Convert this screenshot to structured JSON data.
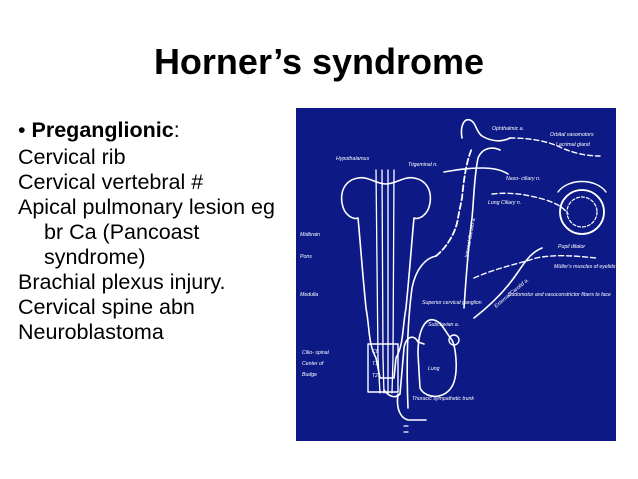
{
  "slide": {
    "title": "Horner’s syndrome",
    "bullet_marker": "•",
    "bullet_heading": "Preganglionic",
    "bullet_heading_suffix": ":",
    "items": [
      "Cervical rib",
      "Cervical vertebral #",
      "Apical pulmonary lesion eg  br Ca (Pancoast syndrome)",
      "Brachial plexus injury.",
      "Cervical spine abn",
      "Neuroblastoma"
    ]
  },
  "diagram": {
    "background": "#0d1a86",
    "labels": {
      "hypothalamus": "Hypothalamus",
      "midbrain": "Midbrain",
      "pons": "Pons",
      "medulla": "Medulla",
      "cilio_spinal": "Cilio- spinal",
      "center_of": "Center of",
      "budge": "Budge",
      "c8": "C8",
      "t1": "T1",
      "t2": "T2",
      "ophthalmic": "Ophthalmic a.",
      "orbital_vasomotors": "Orbital vasomotors",
      "lacrimal_gland": "Lacrimal gland",
      "trigeminal": "Trigeminal n.",
      "naso_ciliary": "Naso- ciliary n.",
      "long_ciliary": "Long Ciliary n.",
      "internal_carotid": "Internal Carotid a.",
      "pupil_dilator": "Pupil dilator",
      "mullers": "Müller's muscles of eyelids",
      "superior_cervical": "Superior cervical ganglion",
      "sudomotor": "Sudomotor and vasoconstrictor fibers to face",
      "external_carotid": "External Carotid a.",
      "subclavian": "Subclavian a.",
      "lung": "Lung",
      "thoracic_trunk": "Thoracic sympathetic trunk"
    }
  }
}
